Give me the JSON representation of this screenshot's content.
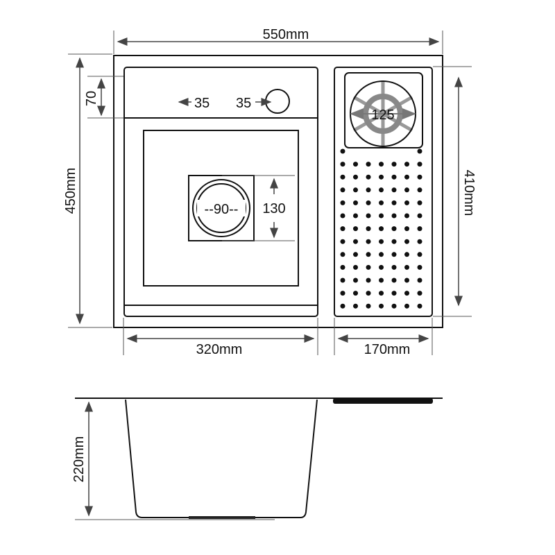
{
  "top_view": {
    "overall_width": "550mm",
    "overall_depth": "450mm",
    "bowl_width": "320mm",
    "drainer_width": "170mm",
    "drainer_length": "410mm",
    "deck_depth": "70",
    "tap_offset_left": "35",
    "tap_offset_right": "35",
    "drain_diameter": "--90--",
    "drain_box": "130",
    "rinser_diameter": "125"
  },
  "side_view": {
    "bowl_depth": "220mm"
  },
  "colors": {
    "line": "#111111",
    "rinser": "#8c8c8c"
  }
}
